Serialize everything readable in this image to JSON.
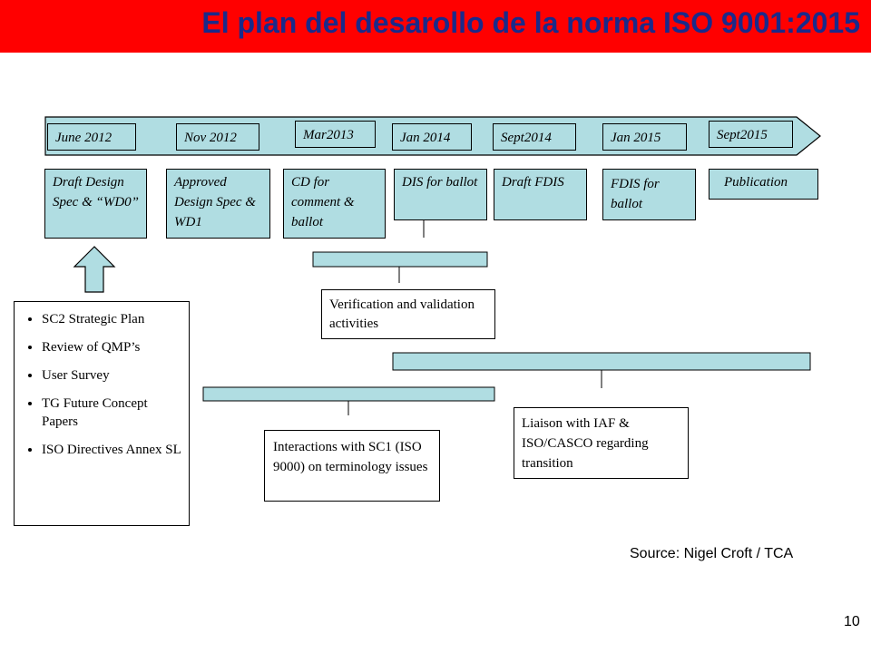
{
  "title": "El plan del desarollo de la norma ISO 9001:2015",
  "timeline": {
    "dates": [
      "June 2012",
      "Nov 2012",
      "Mar2013",
      "Jan 2014",
      "Sept2014",
      "Jan 2015",
      "Sept2015"
    ],
    "stages": [
      "Draft Design Spec & “WD0”",
      "Approved Design Spec & WD1",
      "CD for comment & ballot",
      "DIS for ballot",
      "Draft FDIS",
      "FDIS for ballot",
      "Publication"
    ]
  },
  "inputs": {
    "items": [
      "SC2 Strategic Plan",
      "Review of QMP’s",
      "User Survey",
      "TG Future Concept Papers",
      "ISO Directives Annex SL"
    ]
  },
  "activities": {
    "verification": "Verification and validation activities",
    "interactions": "Interactions with SC1 (ISO 9000) on terminology issues",
    "liaison": "Liaison with IAF & ISO/CASCO regarding transition"
  },
  "source": "Source: Nigel Croft / TCA",
  "page_number": "10",
  "colors": {
    "title_bar": "#ff0000",
    "title_text": "#1a2a8a",
    "timeline_fill": "#b0dde2"
  }
}
